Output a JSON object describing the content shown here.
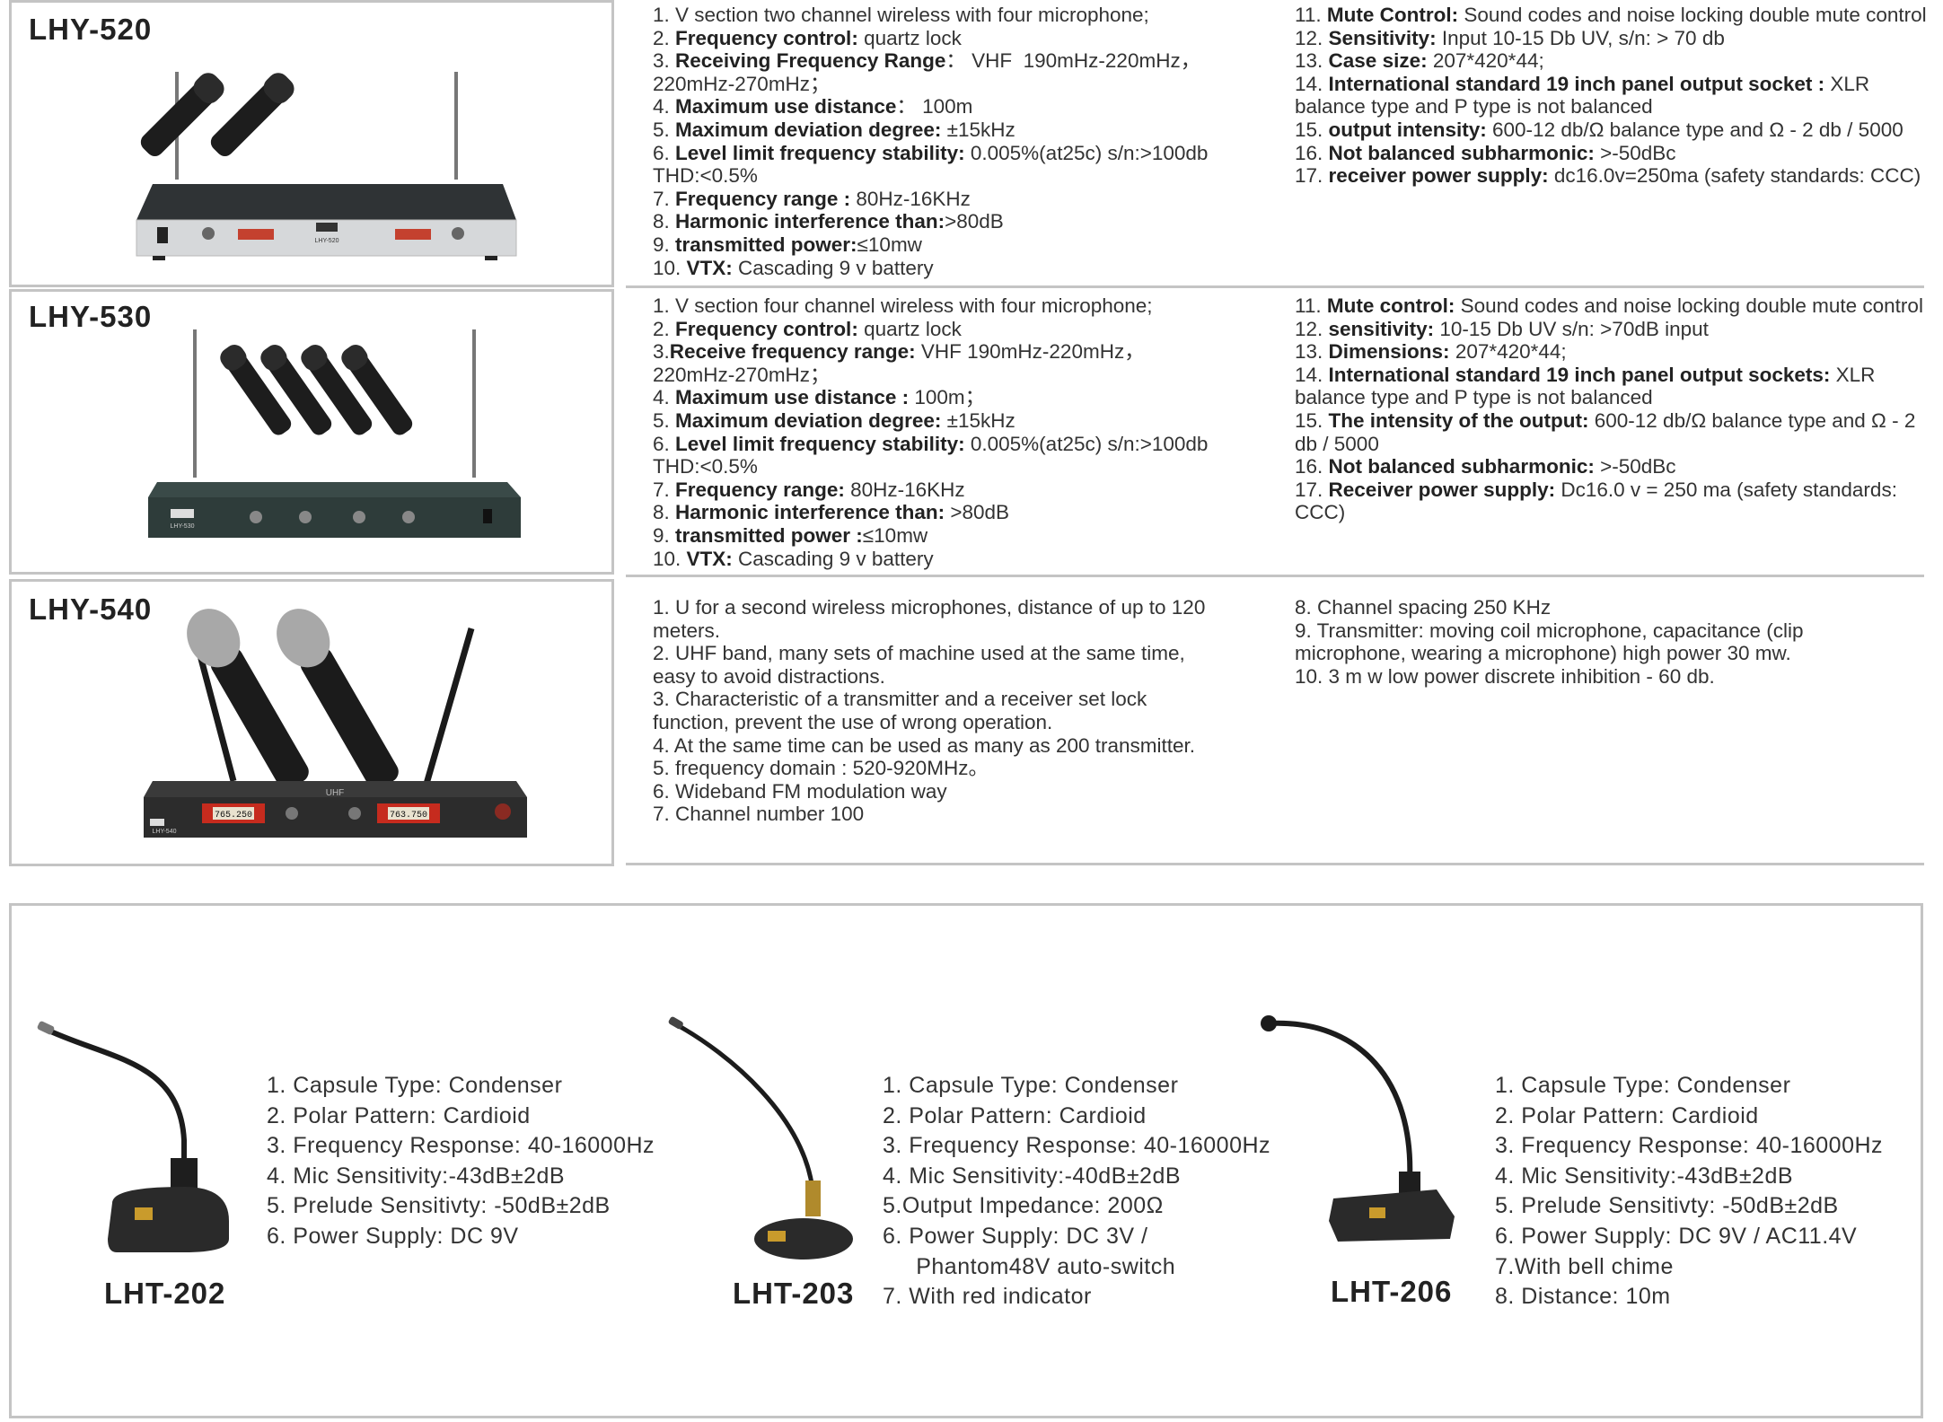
{
  "receivers": [
    {
      "model": "LHY-520",
      "left": [
        {
          "n": "1. ",
          "k": "",
          "v": "V section two channel wireless with four microphone;"
        },
        {
          "n": "2. ",
          "k": "Frequency control:",
          "v": " quartz lock"
        },
        {
          "n": "3. ",
          "k": "Receiving Frequency Range",
          "v": "： VHF  190mHz-220mHz，220mHz-270mHz；"
        },
        {
          "n": "4. ",
          "k": "Maximum use distance",
          "v": "： 100m"
        },
        {
          "n": "5. ",
          "k": "Maximum deviation degree:",
          "v": " ±15kHz"
        },
        {
          "n": "6. ",
          "k": "Level limit frequency stability:",
          "v": " 0.005%(at25c) s/n:>100db THD:<0.5%"
        },
        {
          "n": "7. ",
          "k": "Frequency range :",
          "v": " 80Hz-16KHz"
        },
        {
          "n": "8. ",
          "k": "Harmonic interference than:",
          "v": ">80dB"
        },
        {
          "n": "9. ",
          "k": "transmitted power:",
          "v": "≤10mw"
        },
        {
          "n": "10. ",
          "k": "VTX:",
          "v": " Cascading 9 v battery"
        }
      ],
      "right": [
        {
          "n": "11. ",
          "k": "Mute Control:",
          "v": " Sound codes and noise locking double mute control"
        },
        {
          "n": "12. ",
          "k": "Sensitivity:",
          "v": " Input 10-15 Db UV, s/n: > 70 db"
        },
        {
          "n": "13. ",
          "k": "Case size:",
          "v": " 207*420*44;"
        },
        {
          "n": "14. ",
          "k": "International standard 19 inch panel output socket :",
          "v": " XLR balance type and P type is not balanced"
        },
        {
          "n": "15. ",
          "k": "output intensity:",
          "v": " 600-12 db/Ω balance type and Ω - 2 db / 5000"
        },
        {
          "n": "16. ",
          "k": "Not balanced subharmonic:",
          "v": " >-50dBc"
        },
        {
          "n": "17. ",
          "k": "receiver power supply:",
          "v": " dc16.0v=250ma (safety standards: CCC)"
        }
      ]
    },
    {
      "model": "LHY-530",
      "left": [
        {
          "n": "1. ",
          "k": "",
          "v": "V section four channel wireless with four microphone;"
        },
        {
          "n": "2. ",
          "k": "Frequency control:",
          "v": " quartz lock"
        },
        {
          "n": "3.",
          "k": "Receive frequency range:",
          "v": " VHF 190mHz-220mHz，220mHz-270mHz；"
        },
        {
          "n": "4. ",
          "k": "Maximum use distance :",
          "v": " 100m；"
        },
        {
          "n": "5. ",
          "k": "Maximum deviation degree:",
          "v": " ±15kHz"
        },
        {
          "n": "6. ",
          "k": "Level limit frequency stability:",
          "v": " 0.005%(at25c) s/n:>100db THD:<0.5%"
        },
        {
          "n": "7. ",
          "k": "Frequency range:",
          "v": " 80Hz-16KHz"
        },
        {
          "n": "8. ",
          "k": "Harmonic interference than:",
          "v": " >80dB"
        },
        {
          "n": "9. ",
          "k": "transmitted power :",
          "v": "≤10mw"
        },
        {
          "n": "10. ",
          "k": "VTX:",
          "v": " Cascading 9 v battery"
        }
      ],
      "right": [
        {
          "n": "11. ",
          "k": "Mute control:",
          "v": " Sound codes and noise locking double mute control"
        },
        {
          "n": "12. ",
          "k": "sensitivity:",
          "v": " 10-15 Db UV s/n: >70dB input"
        },
        {
          "n": "13. ",
          "k": "Dimensions:",
          "v": " 207*420*44;"
        },
        {
          "n": "14. ",
          "k": "International standard 19 inch panel output sockets:",
          "v": " XLR balance type and P type is not balanced"
        },
        {
          "n": "15. ",
          "k": "The intensity of the output:",
          "v": " 600-12 db/Ω balance type and Ω - 2 db / 5000"
        },
        {
          "n": "16. ",
          "k": "Not balanced subharmonic:",
          "v": " >-50dBc"
        },
        {
          "n": "17. ",
          "k": "Receiver power supply:",
          "v": " Dc16.0 v = 250 ma (safety standards: CCC)"
        }
      ]
    },
    {
      "model": "LHY-540",
      "left": [
        {
          "n": "",
          "k": "",
          "v": "1. U for a second wireless microphones, distance of up to 120 meters."
        },
        {
          "n": "",
          "k": "",
          "v": "2. UHF band, many sets of machine used at the same time, easy to avoid distractions."
        },
        {
          "n": "",
          "k": "",
          "v": "3. Characteristic of a transmitter and a receiver set lock function, prevent the use of wrong operation."
        },
        {
          "n": "",
          "k": "",
          "v": "4. At the same time can be used as many as 200 transmitter."
        },
        {
          "n": "",
          "k": "",
          "v": "5. frequency domain : 520-920MHz。"
        },
        {
          "n": "",
          "k": "",
          "v": "6. Wideband FM modulation way"
        },
        {
          "n": "",
          "k": "",
          "v": "7. Channel number 100"
        }
      ],
      "right": [
        {
          "n": "",
          "k": "",
          "v": "8. Channel spacing 250 KHz"
        },
        {
          "n": "",
          "k": "",
          "v": "9. Transmitter: moving coil microphone, capacitance (clip microphone, wearing a microphone) high power 30 mw."
        },
        {
          "n": "",
          "k": "",
          "v": "10. 3 m w low power discrete inhibition - 60 db."
        }
      ]
    }
  ],
  "product_labels": {
    "lhy520_panel": "LHY-520",
    "lhy530_panel": "LHY-530",
    "lhy540_panel": "LHY-540",
    "lhy540_display1": "765.250",
    "lhy540_display2": "763.750",
    "lhy540_band": "UHF"
  },
  "gooseneck_mics": [
    {
      "model": "LHT-202",
      "specs": [
        "1. Capsule Type: Condenser",
        "2. Polar Pattern: Cardioid",
        "3. Frequency Response: 40-16000Hz",
        "4. Mic Sensitivity:-43dB±2dB",
        "5. Prelude Sensitivty: -50dB±2dB",
        "6. Power Supply: DC 9V"
      ]
    },
    {
      "model": "LHT-203",
      "specs": [
        "1. Capsule Type: Condenser",
        "2. Polar Pattern: Cardioid",
        "3. Frequency Response: 40-16000Hz",
        "4. Mic Sensitivity:-40dB±2dB",
        "5.Output Impedance: 200Ω",
        "6. Power Supply: DC 3V /",
        "     Phantom48V auto-switch",
        "7. With red indicator"
      ]
    },
    {
      "model": "LHT-206",
      "specs": [
        "1. Capsule Type: Condenser",
        "2. Polar Pattern: Cardioid",
        "3. Frequency Response: 40-16000Hz",
        "4. Mic Sensitivity:-43dB±2dB",
        "5. Prelude Sensitivty: -50dB±2dB",
        "6. Power Supply: DC 9V / AC11.4V",
        "7.With bell chime",
        "8. Distance: 10m"
      ]
    }
  ],
  "colors": {
    "border": "#c4c4c4",
    "text": "#333333",
    "device_dark": "#2c2c2c",
    "display_red": "#c62b1e"
  }
}
